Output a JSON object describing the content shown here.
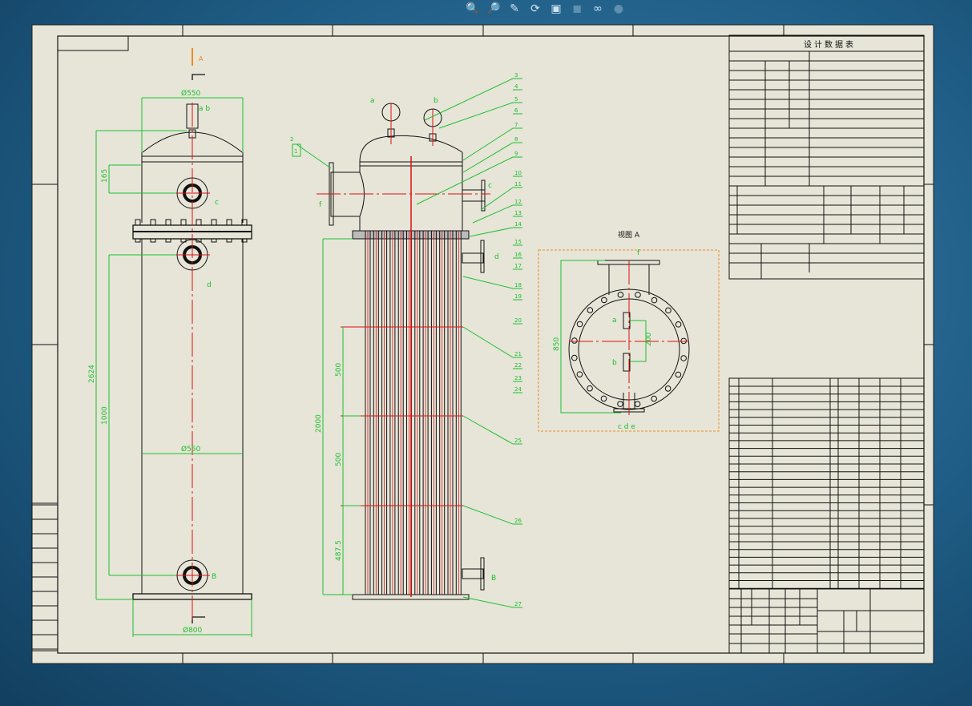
{
  "toolbar": {
    "buttons": [
      {
        "icon": "zoom-in-icon",
        "enabled": true
      },
      {
        "icon": "zoom-window-icon",
        "enabled": true
      },
      {
        "icon": "pan-icon",
        "enabled": true
      },
      {
        "icon": "rotate-icon",
        "enabled": true
      },
      {
        "icon": "properties-icon",
        "enabled": true
      },
      {
        "icon": "view-cube-icon",
        "enabled": false
      },
      {
        "icon": "glasses-icon",
        "enabled": true
      },
      {
        "icon": "sphere-icon",
        "enabled": false
      }
    ]
  },
  "colors": {
    "background": "#1f5d86",
    "sheet": "#e6e5d8",
    "dimension": "#1fbf2f",
    "centerline": "#e01010",
    "view_box": "#f08a20",
    "outline": "#111111"
  },
  "drawing": {
    "section_marker": "A",
    "left_view": {
      "top_diameter": "Ø550",
      "dim_165": "165",
      "overall_height": "2624",
      "dim_1000": "1000",
      "shell_diameter": "Ø550",
      "base_diameter": "Ø800",
      "nozzles": [
        "a b",
        "c",
        "d",
        "B"
      ]
    },
    "middle_view": {
      "nozzles": [
        "a",
        "b",
        "f",
        "c",
        "d",
        "B"
      ],
      "dims": [
        "2000",
        "500",
        "500",
        "487.5"
      ],
      "part_numbers": [
        "3",
        "4",
        "5",
        "6",
        "7",
        "8",
        "9",
        "10",
        "11",
        "12",
        "13",
        "14",
        "15",
        "16",
        "17",
        "18",
        "19",
        "20",
        "21",
        "22",
        "23",
        "24",
        "25",
        "26",
        "27",
        "1",
        "2"
      ]
    },
    "view_a": {
      "title": "视图 A",
      "labels": [
        "f",
        "a",
        "b",
        "c d e"
      ],
      "dim_height": "850",
      "dim_spacing": "200"
    }
  },
  "design_table": {
    "title": "设计数据表"
  }
}
